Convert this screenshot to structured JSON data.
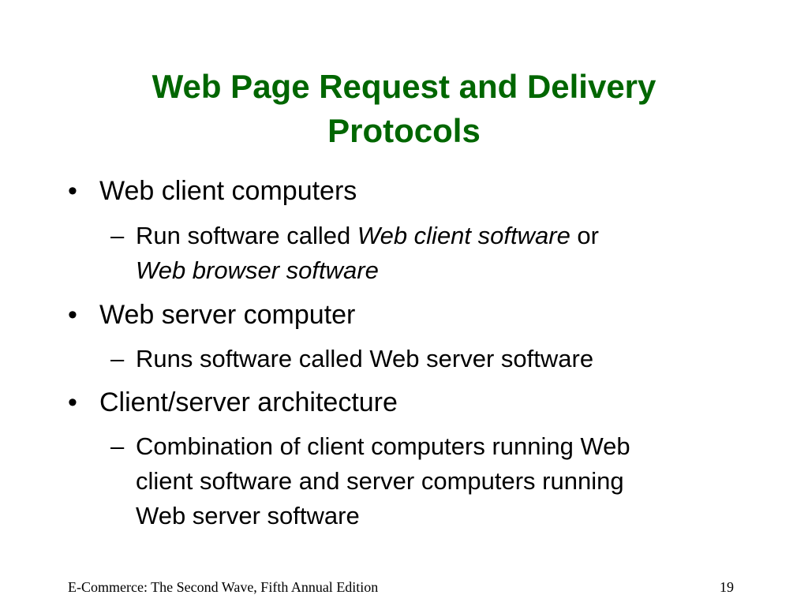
{
  "slide": {
    "title_line1": "Web Page Request and Delivery",
    "title_line2": "Protocols",
    "bullets": [
      {
        "bullet_char": "•",
        "text": "Web client computers",
        "sub": {
          "dash": "–",
          "part1": "Run software called ",
          "part2_italic": "Web client software",
          "part3": " or",
          "line2_italic": "Web browser software"
        }
      },
      {
        "bullet_char": "•",
        "text": "Web server computer",
        "sub": {
          "dash": "–",
          "text": "Runs software called Web server software"
        }
      },
      {
        "bullet_char": "•",
        "text": "Client/server architecture",
        "sub": {
          "dash": "–",
          "line1": "Combination of client computers running Web",
          "line2": "client software and server computers running",
          "line3": "Web server software"
        }
      }
    ],
    "footer_left": "E-Commerce: The Second Wave, Fifth Annual Edition",
    "page_number": "19"
  },
  "colors": {
    "title": "#006600",
    "text": "#000000",
    "background": "#ffffff"
  }
}
